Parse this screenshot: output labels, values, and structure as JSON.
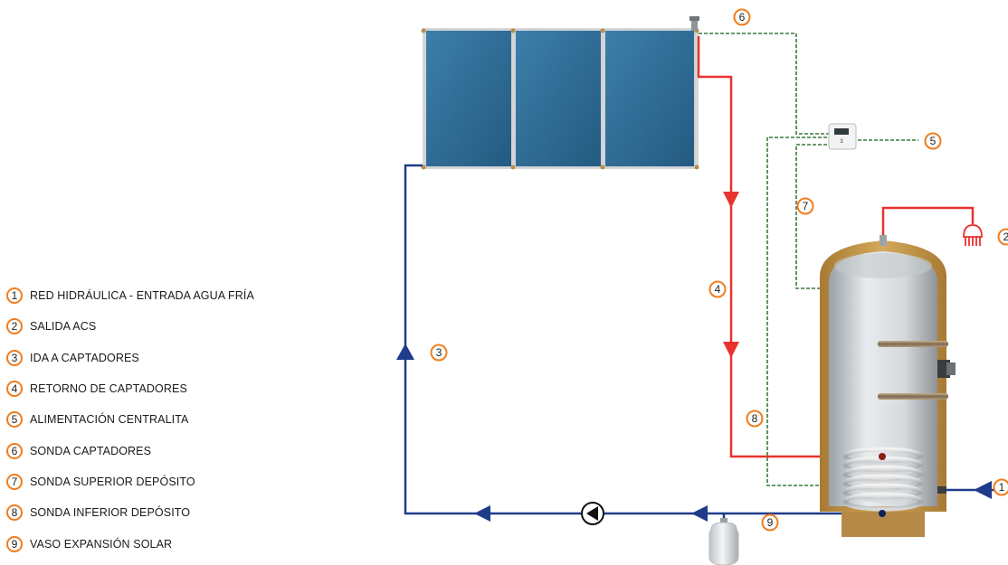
{
  "legend": {
    "items": [
      {
        "number": "1",
        "label": "RED HIDRÁULICA - ENTRADA AGUA FRÍA"
      },
      {
        "number": "2",
        "label": "SALIDA ACS"
      },
      {
        "number": "3",
        "label": "IDA A CAPTADORES"
      },
      {
        "number": "4",
        "label": "RETORNO DE CAPTADORES"
      },
      {
        "number": "5",
        "label": "ALIMENTACIÓN CENTRALITA"
      },
      {
        "number": "6",
        "label": "SONDA CAPTADORES"
      },
      {
        "number": "7",
        "label": "SONDA SUPERIOR DEPÓSITO"
      },
      {
        "number": "8",
        "label": "SONDA INFERIOR DEPÓSITO"
      },
      {
        "number": "9",
        "label": "VASO EXPANSIÓN SOLAR"
      }
    ]
  },
  "callouts": {
    "c1": "1",
    "c2": "2",
    "c3": "3",
    "c4": "4",
    "c5": "5",
    "c6": "6",
    "c7": "7",
    "c8": "8",
    "c9": "9"
  },
  "colors": {
    "hot_pipe": "#e8322d",
    "cold_pipe": "#1f3c8a",
    "sensor_wire": "#3a7a3a",
    "badge_border": "#f07d1e",
    "collector": "#2f6d96",
    "tank_insulation": "#c79a4a"
  }
}
